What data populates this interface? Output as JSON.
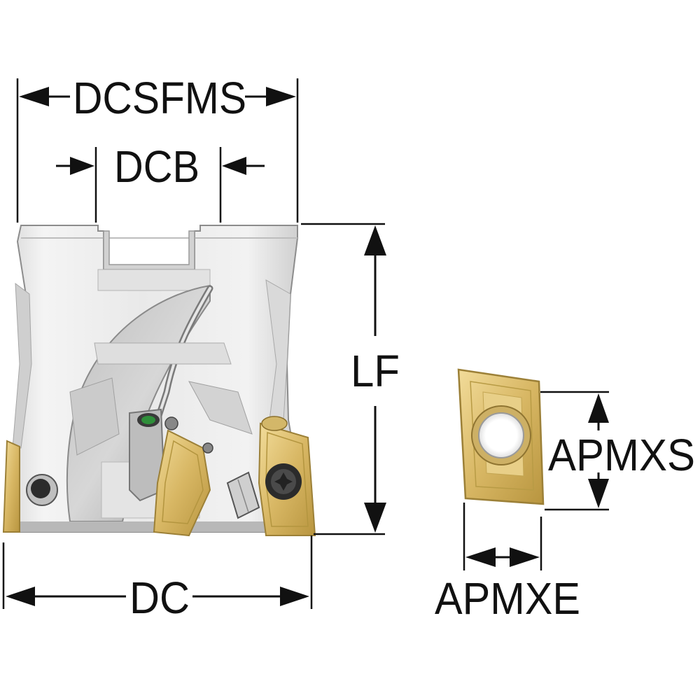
{
  "diagram": {
    "dimensions": {
      "dcsfms": "DCSFMS",
      "dcb": "DCB",
      "lf": "LF",
      "dc": "DC",
      "apmxs": "APMXS",
      "apmxe": "APMXE"
    },
    "colors": {
      "body_light": "#f1f1f1",
      "body_mid": "#d6d6d6",
      "body_dark": "#a9a9a9",
      "insert_gold": "#e3c677",
      "insert_dark": "#9c8037",
      "screw_dark": "#2b2b2b",
      "coolant_green": "#2f8f3a",
      "line": "#111111"
    }
  }
}
